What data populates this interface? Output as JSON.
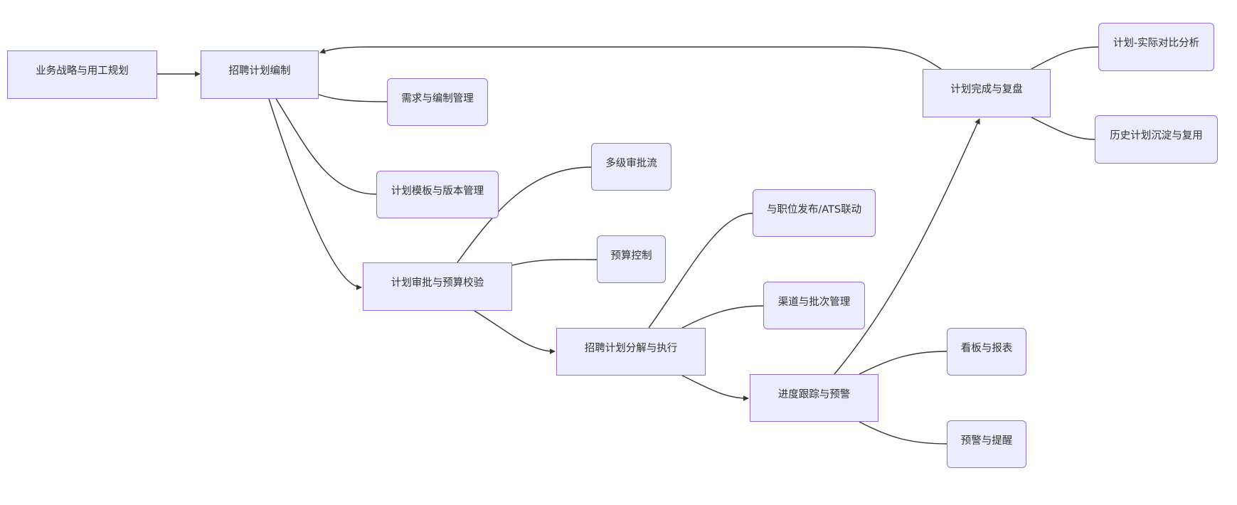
{
  "diagram": {
    "type": "flowchart",
    "colors": {
      "node_fill": "#ECECFF",
      "node_border": "#9370DB",
      "edge": "#333333",
      "text": "#333333"
    },
    "nodes": [
      {
        "id": "strategy",
        "label": "业务战略与用工规划",
        "shape": "rect"
      },
      {
        "id": "compile",
        "label": "招聘计划编制",
        "shape": "rect"
      },
      {
        "id": "demand",
        "label": "需求与编制管理",
        "shape": "rounded"
      },
      {
        "id": "template",
        "label": "计划模板与版本管理",
        "shape": "rounded"
      },
      {
        "id": "approve",
        "label": "计划审批与预算校验",
        "shape": "rect"
      },
      {
        "id": "multiapprove",
        "label": "多级审批流",
        "shape": "rounded"
      },
      {
        "id": "budget",
        "label": "预算控制",
        "shape": "rounded"
      },
      {
        "id": "execute",
        "label": "招聘计划分解与执行",
        "shape": "rect"
      },
      {
        "id": "ats",
        "label": "与职位发布/ATS联动",
        "shape": "rounded"
      },
      {
        "id": "channel",
        "label": "渠道与批次管理",
        "shape": "rounded"
      },
      {
        "id": "track",
        "label": "进度跟踪与预警",
        "shape": "rect"
      },
      {
        "id": "dashboard",
        "label": "看板与报表",
        "shape": "rounded"
      },
      {
        "id": "alert",
        "label": "预警与提醒",
        "shape": "rounded"
      },
      {
        "id": "review",
        "label": "计划完成与复盘",
        "shape": "rect"
      },
      {
        "id": "compare",
        "label": "计划-实际对比分析",
        "shape": "rounded"
      },
      {
        "id": "reuse",
        "label": "历史计划沉淀与复用",
        "shape": "rounded"
      }
    ],
    "edges": [
      {
        "from": "strategy",
        "to": "compile",
        "arrow": true
      },
      {
        "from": "compile",
        "to": "demand",
        "arrow": false
      },
      {
        "from": "compile",
        "to": "template",
        "arrow": false
      },
      {
        "from": "compile",
        "to": "approve",
        "arrow": true
      },
      {
        "from": "approve",
        "to": "multiapprove",
        "arrow": false
      },
      {
        "from": "approve",
        "to": "budget",
        "arrow": false
      },
      {
        "from": "approve",
        "to": "execute",
        "arrow": true
      },
      {
        "from": "execute",
        "to": "ats",
        "arrow": false
      },
      {
        "from": "execute",
        "to": "channel",
        "arrow": false
      },
      {
        "from": "execute",
        "to": "track",
        "arrow": true
      },
      {
        "from": "track",
        "to": "dashboard",
        "arrow": false
      },
      {
        "from": "track",
        "to": "alert",
        "arrow": false
      },
      {
        "from": "track",
        "to": "review",
        "arrow": true
      },
      {
        "from": "review",
        "to": "compare",
        "arrow": false
      },
      {
        "from": "review",
        "to": "reuse",
        "arrow": false
      },
      {
        "from": "review",
        "to": "compile",
        "arrow": true
      }
    ]
  }
}
